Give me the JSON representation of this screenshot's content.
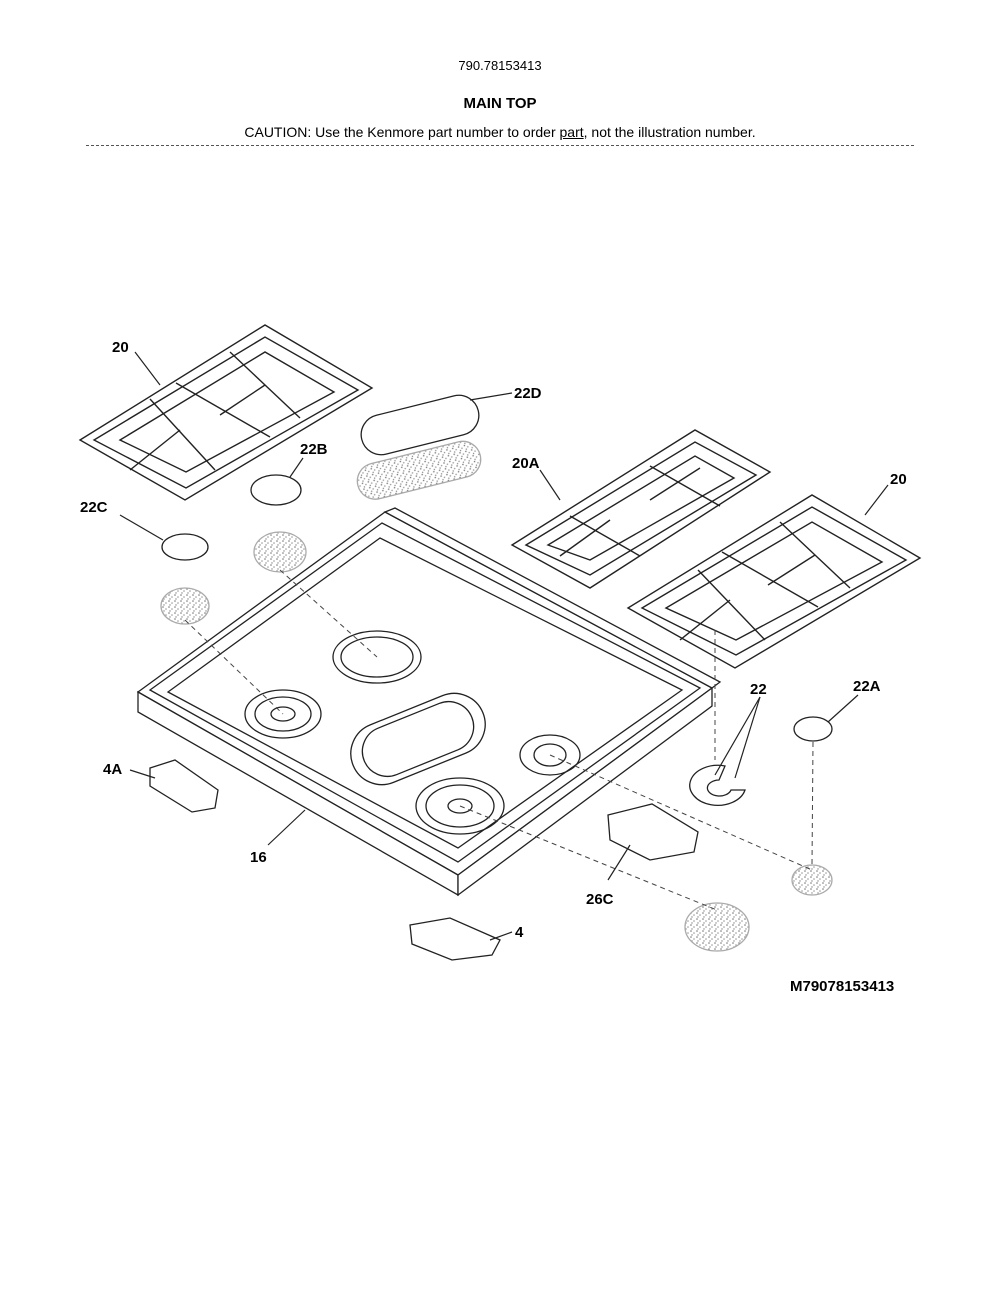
{
  "header": {
    "model_number": "790.78153413",
    "title": "MAIN TOP",
    "caution_prefix": "CAUTION: Use the Kenmore part number to order ",
    "caution_underlined": "part",
    "caution_suffix": ", not the illustration number."
  },
  "callouts": {
    "grate_left": "20",
    "grate_right": "20",
    "grate_center": "20A",
    "cap_22": "22",
    "cap_22a": "22A",
    "cap_22b": "22B",
    "cap_22c": "22C",
    "cap_22d": "22D",
    "cooktop": "16",
    "bracket_4": "4",
    "bracket_4a": "4A",
    "bracket_26c": "26C"
  },
  "footer": {
    "drawing_id": "M79078153413"
  }
}
